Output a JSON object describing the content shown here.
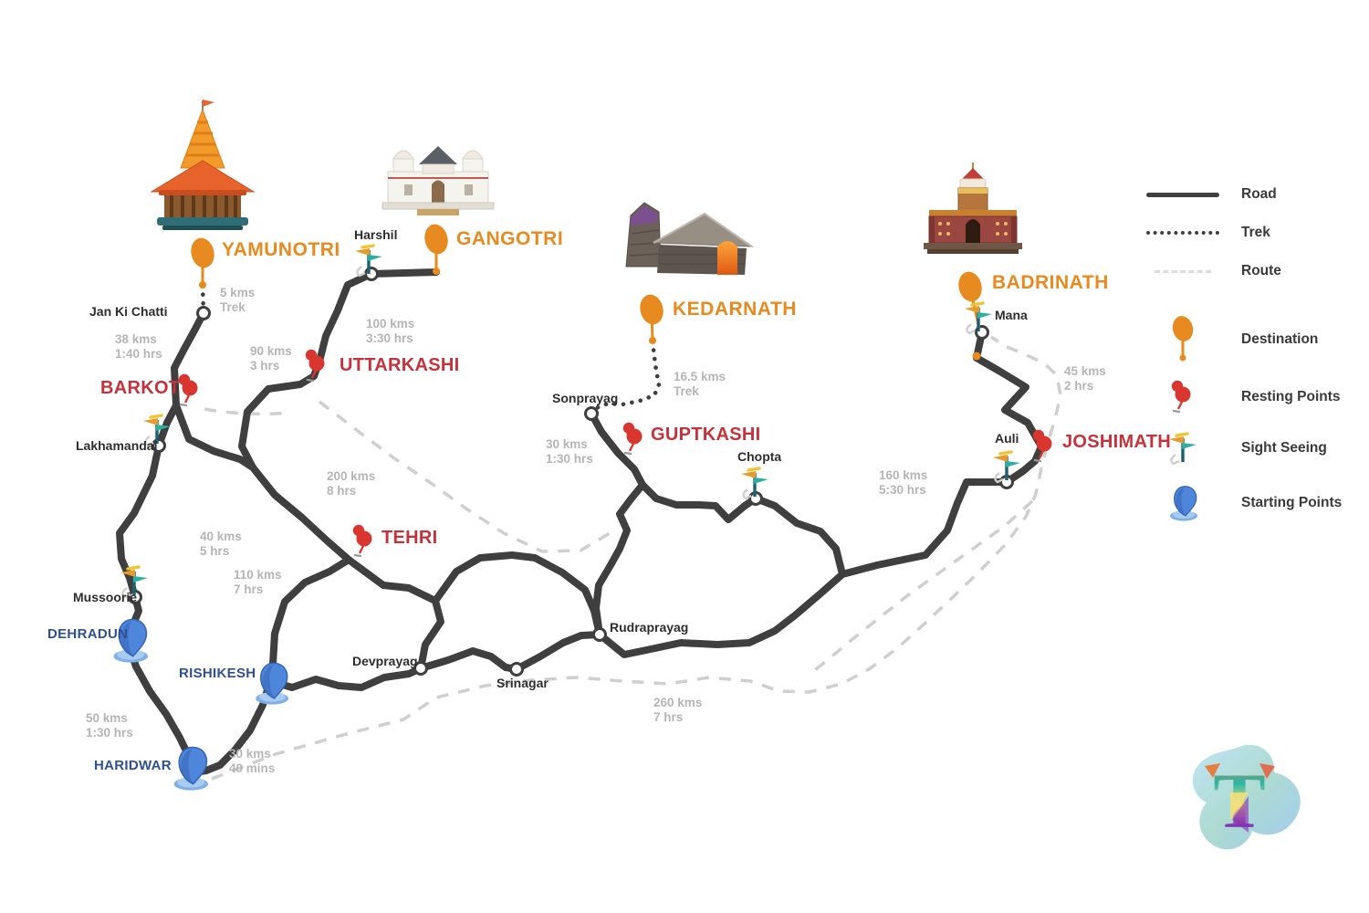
{
  "legend": {
    "road": "Road",
    "trek": "Trek",
    "route": "Route",
    "destination": "Destination",
    "resting": "Resting Points",
    "sight": "Sight Seeing",
    "starting": "Starting Points"
  },
  "colors": {
    "road": "#3F3F3F",
    "route_dash": "#CFCFCF",
    "destination_orange": "#E78A1F",
    "resting_red": "#D9362F",
    "resting_label_red": "#C6323C",
    "starting_blue": "#4E86DB",
    "starting_label_blue": "#2F4F92",
    "distance_gray": "#B5B5B5"
  },
  "destinations": {
    "yamunotri": "YAMUNOTRI",
    "gangotri": "GANGOTRI",
    "kedarnath": "KEDARNATH",
    "badrinath": "BADRINATH"
  },
  "resting_points": {
    "barkot": "BARKOT",
    "uttarkashi": "UTTARKASHI",
    "guptkashi": "GUPTKASHI",
    "tehri": "TEHRI",
    "joshimath": "JOSHIMATH"
  },
  "starting_points": {
    "dehradun": "DEHRADUN",
    "rishikesh": "RISHIKESH",
    "haridwar": "HARIDWAR"
  },
  "waypoints": {
    "jan_ki_chatti": "Jan Ki Chatti",
    "harshil": "Harshil",
    "lakhamandal": "Lakhamandal",
    "mussoorie": "Mussoorie",
    "sonprayag": "Sonprayag",
    "chopta": "Chopta",
    "auli": "Auli",
    "mana": "Mana",
    "devprayag": "Devprayag",
    "srinagar": "Srinagar",
    "rudraprayag": "Rudraprayag"
  },
  "distances": {
    "yamunotri_trek": {
      "d": "5 kms",
      "t": "Trek"
    },
    "jankichatti_barkot": {
      "d": "38 kms",
      "t": "1:40 hrs"
    },
    "barkot_uttarkashi": {
      "d": "90 kms",
      "t": "3 hrs"
    },
    "uttarkashi_gangotri": {
      "d": "100 kms",
      "t": "3:30 hrs"
    },
    "kedarnath_trek": {
      "d": "16.5 kms",
      "t": "Trek"
    },
    "sonprayag_guptkashi": {
      "d": "30 kms",
      "t": "1:30 hrs"
    },
    "joshimath_badrinath": {
      "d": "45 kms",
      "t": "2 hrs"
    },
    "uttarkashi_tehri": {
      "d": "200 kms",
      "t": "8 hrs"
    },
    "tehri_leg": {
      "d": "40 kms",
      "t": "5 hrs"
    },
    "rishikesh_tehri": {
      "d": "110 kms",
      "t": "7 hrs"
    },
    "rudraprayag_joshimath": {
      "d": "160 kms",
      "t": "5:30 hrs"
    },
    "haridwar_dehradun": {
      "d": "50 kms",
      "t": "1:30 hrs"
    },
    "haridwar_rishikesh": {
      "d": "30 kms",
      "t": "40 mins"
    },
    "rishikesh_rudraprayag": {
      "d": "260 kms",
      "t": "7 hrs"
    }
  },
  "logo": {
    "letter": "T"
  }
}
